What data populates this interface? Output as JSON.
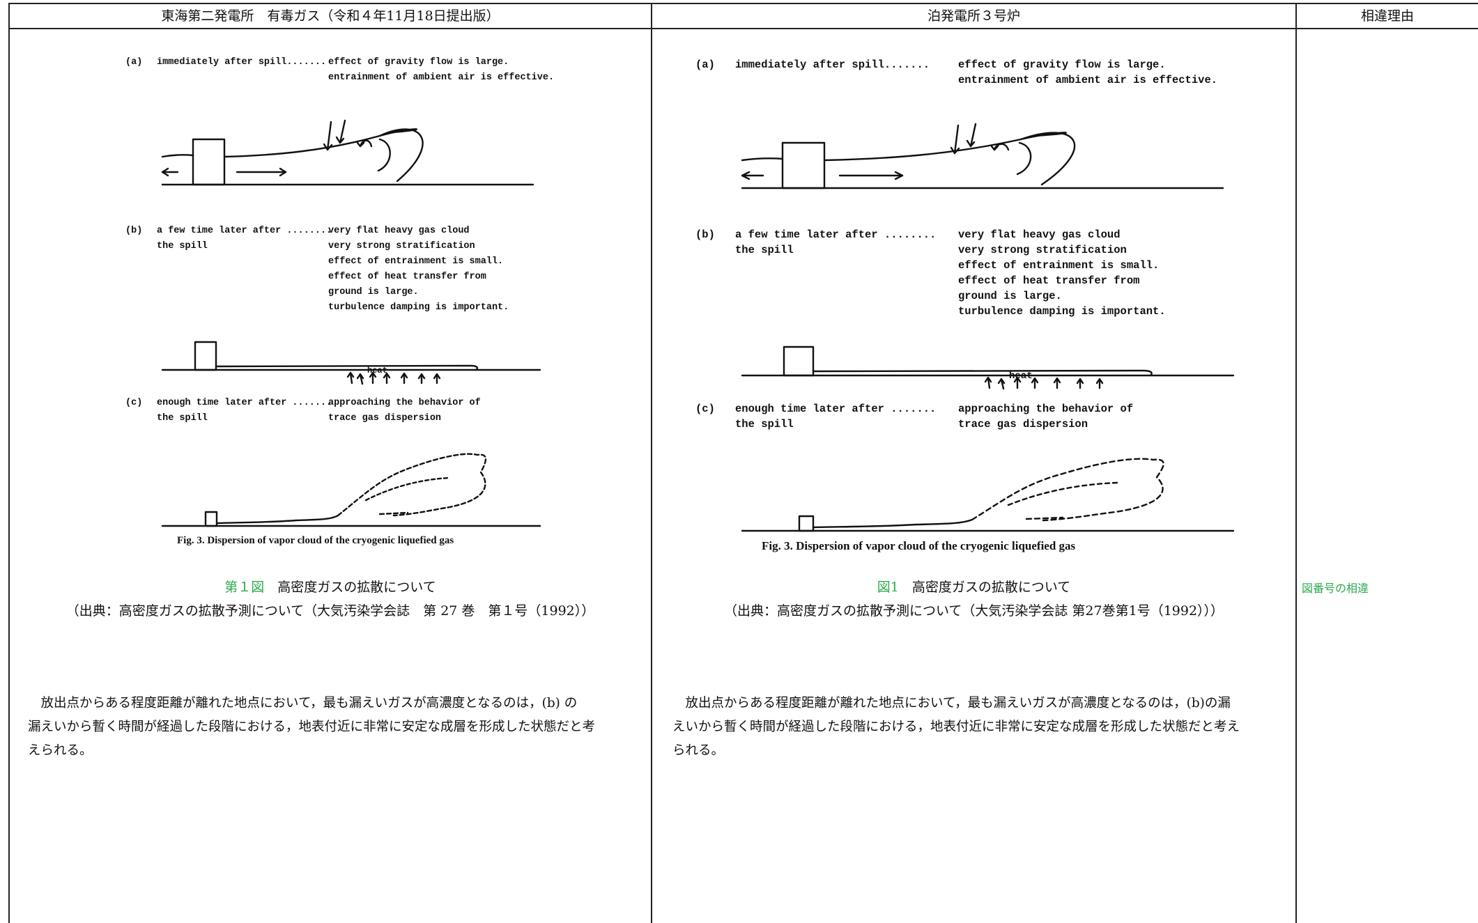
{
  "header": {
    "col1": "東海第二発電所　有毒ガス（令和４年11月18日提出版）",
    "col2": "泊発電所３号炉",
    "col3": "相違理由"
  },
  "figure": {
    "a_label": "(a)",
    "a_time": "immediately after spill.......",
    "a_effect1": "effect of gravity flow is large.",
    "a_effect2": "entrainment of ambient air is effective.",
    "b_label": "(b)",
    "b_time1": "a few time later after ........",
    "b_time2": "the spill",
    "b_effect1": "very flat heavy gas cloud",
    "b_effect2": "very strong stratification",
    "b_effect3": "effect of entrainment is small.",
    "b_effect4": "effect of heat transfer from",
    "b_effect5": "ground is large.",
    "b_effect6": "turbulence damping is important.",
    "heat": "heat",
    "c_label": "(c)",
    "c_time1": "enough time later after .......",
    "c_time2": "the spill",
    "c_effect1": "approaching the behavior of",
    "c_effect2": "trace gas dispersion",
    "caption": "Fig. 3.   Dispersion of vapor cloud of the cryogenic liquefied gas"
  },
  "left": {
    "fig_no": "第１図",
    "fig_title": "　高密度ガスの拡散について",
    "source": "（出典：高密度ガスの拡散予測について（大気汚染学会誌　第 27 巻　第１号（1992））",
    "para1": "　放出点からある程度距離が離れた地点において，最も漏えいガスが高濃度となるのは，(b) の",
    "para2": "漏えいから暫く時間が経過した段階における，地表付近に非常に安定な成層を形成した状態だと考",
    "para3": "えられる。"
  },
  "right": {
    "fig_no": "図1",
    "fig_title": "　高密度ガスの拡散について",
    "source": "（出典：高密度ガスの拡散予測について（大気汚染学会誌 第27巻第1号（1992）））",
    "para1": "　放出点からある程度距離が離れた地点において，最も漏えいガスが高濃度となるのは，(b)の漏",
    "para2": "えいから暫く時間が経過した段階における，地表付近に非常に安定な成層を形成した状態だと考え",
    "para3": "られる。"
  },
  "reason": {
    "text": "図番号の相違"
  }
}
